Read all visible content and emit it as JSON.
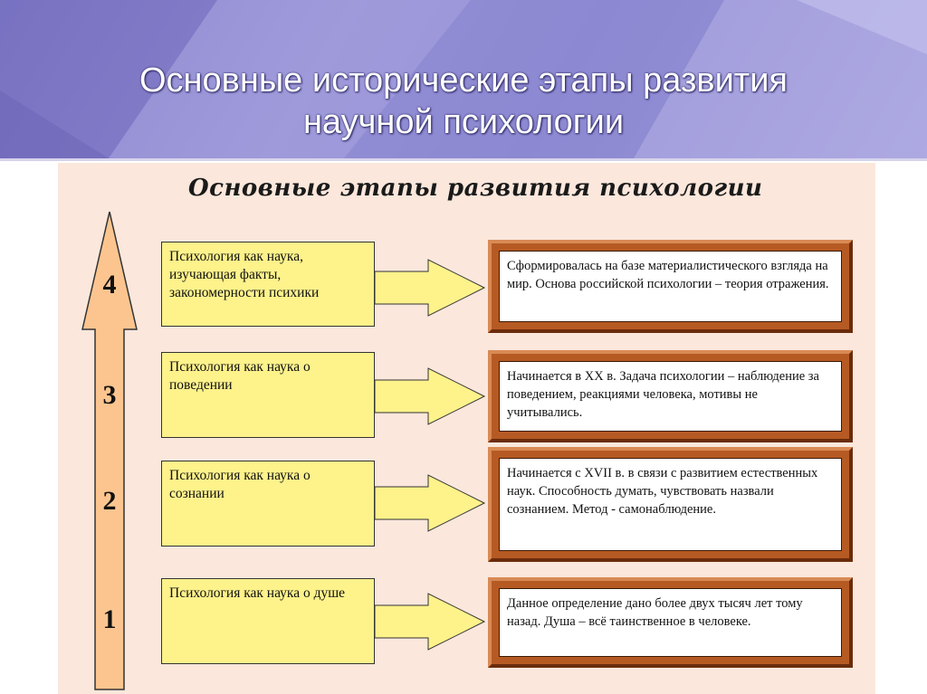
{
  "slide": {
    "title_line1": "Основные исторические этапы развития",
    "title_line2": "научной психологии"
  },
  "diagram": {
    "title": "Основные этапы развития психологии",
    "stages": [
      {
        "number": "4",
        "label": "Психология как наука, изучающая факты, закономерности психики",
        "description": "Сформировалась на базе материалистического взгляда на мир. Основа российской психологии – теория отражения."
      },
      {
        "number": "3",
        "label": "Психология как наука о поведении",
        "description": "Начинается в XX в. Задача психологии – наблюдение за поведением, реакциями человека, мотивы не учитывались."
      },
      {
        "number": "2",
        "label": "Психология как наука о сознании",
        "description": "Начинается с XVII в. в связи с развитием естественных наук. Способность думать, чувствовать назвали сознанием. Метод - самонаблюдение."
      },
      {
        "number": "1",
        "label": "Психология как наука о душе",
        "description": "Данное определение дано более двух тысяч лет тому назад. Душа – всё таинственное в человеке."
      }
    ],
    "colors": {
      "stage_box": "#fef28b",
      "frame": "#b65a23",
      "panel": "#fbe7dc",
      "arrow": "#fcc58f"
    }
  }
}
